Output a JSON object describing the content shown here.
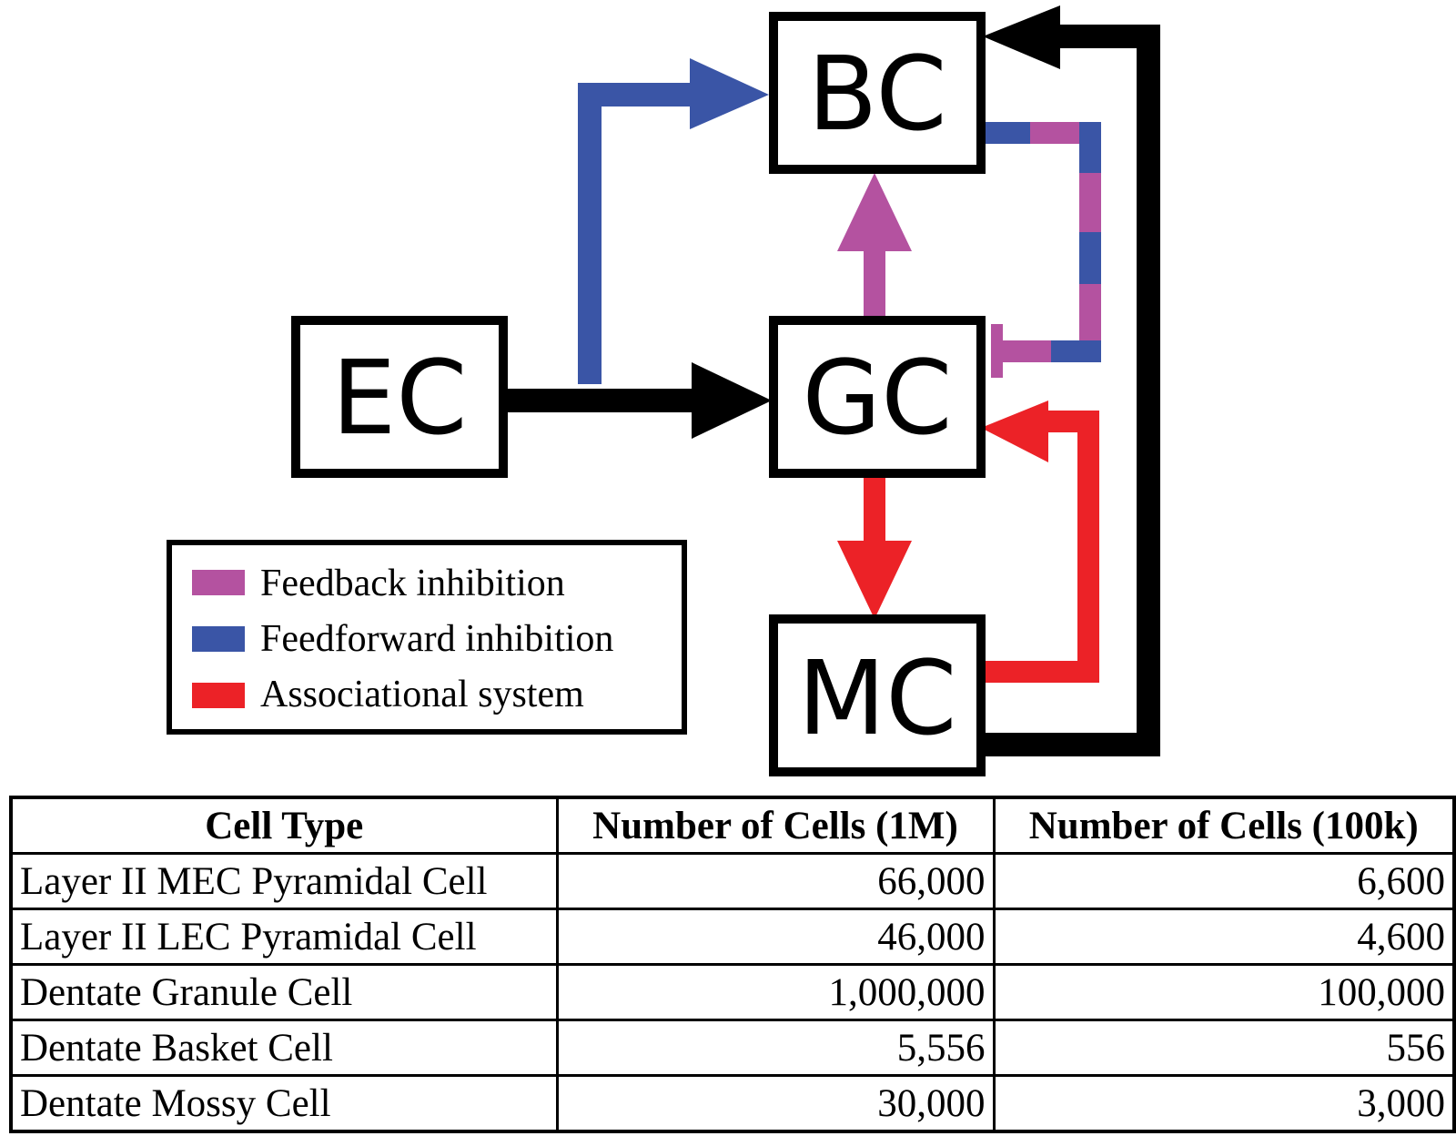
{
  "diagram": {
    "nodes": [
      {
        "id": "BC",
        "label": "BC"
      },
      {
        "id": "GC",
        "label": "GC"
      },
      {
        "id": "EC",
        "label": "EC"
      },
      {
        "id": "MC",
        "label": "MC"
      }
    ],
    "legend": [
      {
        "label": "Feedback inhibition",
        "color": "#b452a0"
      },
      {
        "label": "Feedforward inhibition",
        "color": "#3a55a6"
      },
      {
        "label": "Associational system",
        "color": "#ec2227"
      }
    ],
    "colors": {
      "excitatory": "#000000",
      "feedback": "#b452a0",
      "feedforward": "#3a55a6",
      "associational": "#ec2227"
    }
  },
  "table": {
    "headers": [
      "Cell Type",
      "Number of Cells (1M)",
      "Number of Cells (100k)"
    ],
    "rows": [
      [
        "Layer II MEC Pyramidal Cell",
        "66,000",
        "6,600"
      ],
      [
        "Layer II LEC Pyramidal Cell",
        "46,000",
        "4,600"
      ],
      [
        "Dentate Granule Cell",
        "1,000,000",
        "100,000"
      ],
      [
        "Dentate Basket Cell",
        "5,556",
        "556"
      ],
      [
        "Dentate Mossy Cell",
        "30,000",
        "3,000"
      ]
    ]
  }
}
